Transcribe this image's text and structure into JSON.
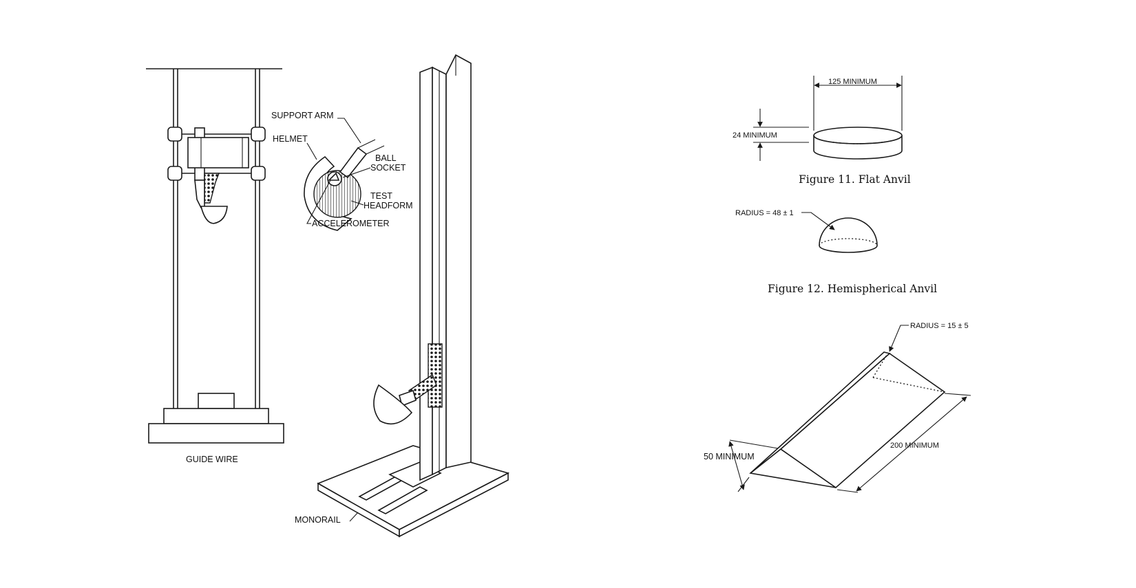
{
  "guide_wire": {
    "label": "GUIDE WIRE"
  },
  "monorail": {
    "label": "MONORAIL",
    "callouts": {
      "support_arm": "SUPPORT ARM",
      "helmet": "HELMET",
      "ball": "BALL",
      "socket": "SOCKET",
      "test": "TEST",
      "headform": "HEADFORM",
      "accelerometer": "ACCELEROMETER"
    }
  },
  "figure11": {
    "width_label": "125 MINIMUM",
    "height_label": "24 MINIMUM",
    "caption": "Figure 11.  Flat Anvil"
  },
  "figure12": {
    "radius_label": "RADIUS = 48 ± 1",
    "caption": "Figure 12.  Hemispherical Anvil"
  },
  "edge_anvil": {
    "radius_label": "RADIUS = 15 ± 5",
    "width_label": "50 MINIMUM",
    "length_label": "200 MINIMUM"
  }
}
